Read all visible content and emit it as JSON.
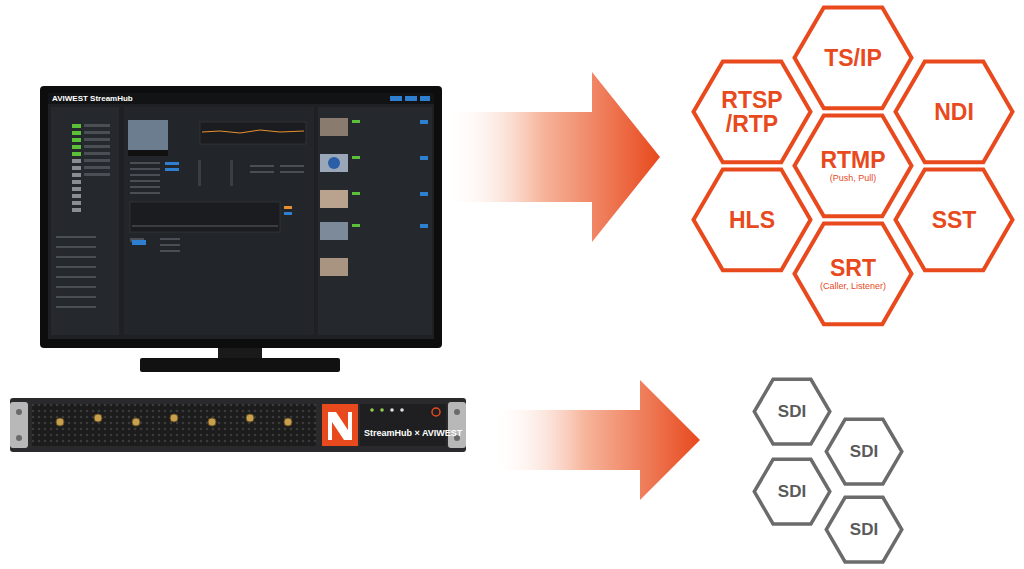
{
  "diagram": {
    "nodes": [
      {
        "text": [
          "TS/IP"
        ]
      },
      {
        "text": [
          "RTSP /RTP"
        ]
      },
      {
        "text": [
          "NDI"
        ]
      },
      {
        "text": [
          "RTMP",
          "(Push, Pull)"
        ]
      },
      {
        "text": [
          "HLS"
        ]
      },
      {
        "text": [
          "SST"
        ]
      },
      {
        "text": [
          "SRT",
          "(Caller, Listener)"
        ]
      },
      {
        "text": [
          "SDI"
        ]
      },
      {
        "text": [
          "SDI"
        ]
      },
      {
        "text": [
          "SDI"
        ]
      },
      {
        "text": [
          "SDI"
        ]
      }
    ],
    "labels": [
      "AVIWEST StreamHub",
      "StreamHub × AVIWEST"
    ]
  }
}
